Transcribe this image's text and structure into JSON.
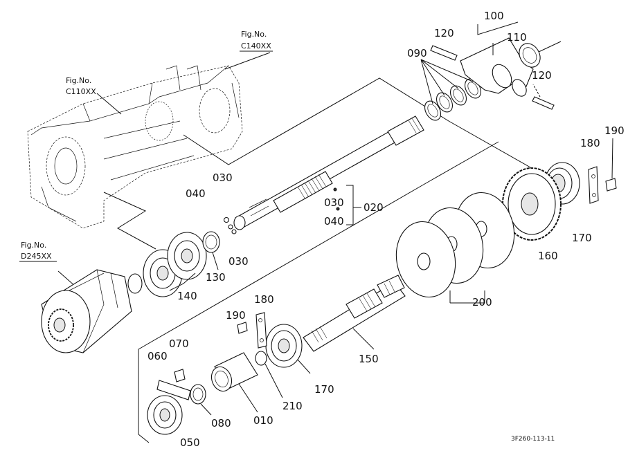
{
  "figure_refs": [
    {
      "id": "c140",
      "line1": "Fig.No.",
      "line2": "C140XX"
    },
    {
      "id": "c110",
      "line1": "Fig.No.",
      "line2": "C110XX"
    },
    {
      "id": "d245",
      "line1": "Fig.No.",
      "line2": "D245XX"
    }
  ],
  "labels": {
    "p010": "010",
    "p020": "020",
    "p030a": "030",
    "p030b": "030",
    "p030c": "030",
    "p040a": "040",
    "p040b": "040",
    "p050": "050",
    "p060": "060",
    "p070": "070",
    "p080": "080",
    "p090": "090",
    "p100": "100",
    "p110": "110",
    "p120a": "120",
    "p120b": "120",
    "p130": "130",
    "p140": "140",
    "p150": "150",
    "p160": "160",
    "p170a": "170",
    "p170b": "170",
    "p180a": "180",
    "p180b": "180",
    "p190a": "190",
    "p190b": "190",
    "p200": "200",
    "p210": "210"
  },
  "drawing_code": "3F260-113-11"
}
